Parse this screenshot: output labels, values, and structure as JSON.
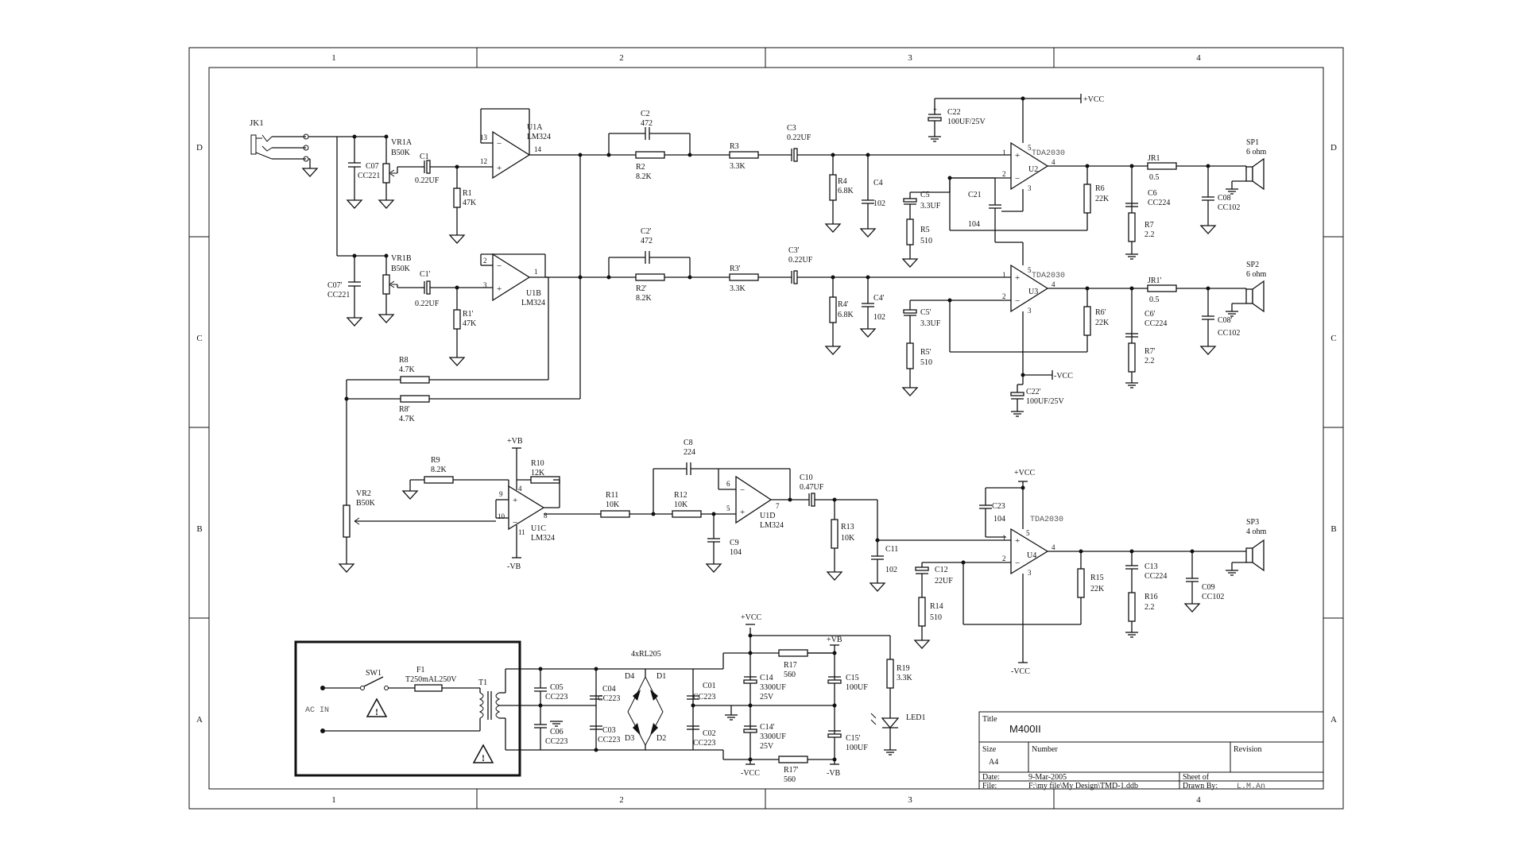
{
  "frame": {
    "columns": [
      "1",
      "2",
      "3",
      "4"
    ],
    "rows": [
      "D",
      "C",
      "B",
      "A"
    ]
  },
  "title_block": {
    "title_label": "Title",
    "title": "M400II",
    "size_label": "Size",
    "size": "A4",
    "number_label": "Number",
    "revision_label": "Revision",
    "date_label": "Date:",
    "date": "9-Mar-2005",
    "sheet_label": "Sheet    of",
    "file_label": "File:",
    "file": "F:\\my file\\My Design\\TMD-1.ddb",
    "drawn_label": "Drawn By:",
    "drawn_by": "L.M.An"
  },
  "components": {
    "JK1": "JK1",
    "VR1A": [
      "VR1A",
      "B50K"
    ],
    "VR1B": [
      "VR1B",
      "B50K"
    ],
    "C07": [
      "C07",
      "CC221"
    ],
    "C07p": [
      "C07'",
      "CC221"
    ],
    "C1": [
      "C1",
      "0.22UF"
    ],
    "C1p": [
      "C1'",
      "0.22UF"
    ],
    "R1": [
      "R1",
      "47K"
    ],
    "R1p": [
      "R1'",
      "47K"
    ],
    "U1A": [
      "U1A",
      "LM324"
    ],
    "U1B": [
      "U1B",
      "LM324"
    ],
    "C2": [
      "C2",
      "472"
    ],
    "C2p": [
      "C2'",
      "472"
    ],
    "R2": [
      "R2",
      "8.2K"
    ],
    "R2p": [
      "R2'",
      "8.2K"
    ],
    "R3": [
      "R3",
      "3.3K"
    ],
    "R3p": [
      "R3'",
      "3.3K"
    ],
    "C3": [
      "C3",
      "0.22UF"
    ],
    "C3p": [
      "C3'",
      "0.22UF"
    ],
    "R4": [
      "R4",
      "6.8K"
    ],
    "R4p": [
      "R4'",
      "6.8K"
    ],
    "C4": [
      "C4",
      "102"
    ],
    "C4p": [
      "C4'",
      "102"
    ],
    "C5": [
      "C5",
      "3.3UF"
    ],
    "C5p": [
      "C5'",
      "3.3UF"
    ],
    "R5": [
      "R5",
      "510"
    ],
    "R5p": [
      "R5'",
      "510"
    ],
    "C21": [
      "C21",
      "104"
    ],
    "C22": [
      "C22",
      "100UF/25V"
    ],
    "C22p": [
      "C22'",
      "100UF/25V"
    ],
    "U2": [
      "U2",
      "TDA2030"
    ],
    "U3": [
      "U3",
      "TDA2030"
    ],
    "R6": [
      "R6",
      "22K"
    ],
    "R6p": [
      "R6'",
      "22K"
    ],
    "JR1": [
      "JR1",
      "0.5"
    ],
    "JR1p": [
      "JR1'",
      "0.5"
    ],
    "C6": [
      "C6",
      "CC224"
    ],
    "C6p": [
      "C6'",
      "CC224"
    ],
    "R7": [
      "R7",
      "2.2"
    ],
    "R7p": [
      "R7'",
      "2.2"
    ],
    "C08": [
      "C08",
      "CC102"
    ],
    "C08p": [
      "C08'",
      "CC102"
    ],
    "SP1": [
      "SP1",
      "6 ohm"
    ],
    "SP2": [
      "SP2",
      "6 ohm"
    ],
    "R8": [
      "R8",
      "4.7K"
    ],
    "R8p": [
      "R8'",
      "4.7K"
    ],
    "VR2": [
      "VR2",
      "B50K"
    ],
    "R9": [
      "R9",
      "8.2K"
    ],
    "R10": [
      "R10",
      "12K"
    ],
    "U1C": [
      "U1C",
      "LM324"
    ],
    "R11": [
      "R11",
      "10K"
    ],
    "R12": [
      "R12",
      "10K"
    ],
    "C8": [
      "C8",
      "224"
    ],
    "C9": [
      "C9",
      "104"
    ],
    "U1D": [
      "U1D",
      "LM324"
    ],
    "C10": [
      "C10",
      "0.47UF"
    ],
    "R13": [
      "R13",
      "10K"
    ],
    "C11": [
      "C11",
      "102"
    ],
    "C12": [
      "C12",
      "22UF"
    ],
    "R14": [
      "R14",
      "510"
    ],
    "C23": [
      "C23",
      "104"
    ],
    "U4": [
      "U4",
      "TDA2030"
    ],
    "R15": [
      "R15",
      "22K"
    ],
    "C13": [
      "C13",
      "CC224"
    ],
    "R16": [
      "R16",
      "2.2"
    ],
    "C09": [
      "C09",
      "CC102"
    ],
    "SP3": [
      "SP3",
      "4 ohm"
    ],
    "SW1": "SW1",
    "F1": [
      "F1",
      "T250mAL250V"
    ],
    "T1": "T1",
    "AC_IN": "AC IN",
    "C05": [
      "C05",
      "CC223"
    ],
    "C06": [
      "C06",
      "CC223"
    ],
    "bridge": "4xRL205",
    "C04": [
      "C04",
      "CC223"
    ],
    "C03": [
      "C03",
      "CC223"
    ],
    "D1": "D1",
    "D2": "D2",
    "D3": "D3",
    "D4": "D4",
    "C01": [
      "C01",
      "CC223"
    ],
    "C02": [
      "C02",
      "CC223"
    ],
    "C14": [
      "C14",
      "3300UF",
      "25V"
    ],
    "C14p": [
      "C14'",
      "3300UF",
      "25V"
    ],
    "R17": [
      "R17",
      "560"
    ],
    "R17p": [
      "R17'",
      "560"
    ],
    "C15": [
      "C15",
      "100UF"
    ],
    "C15p": [
      "C15'",
      "100UF"
    ],
    "R19": [
      "R19",
      "3.3K"
    ],
    "LED1": "LED1"
  },
  "rails": {
    "pvcc": "+VCC",
    "nvcc": "-VCC",
    "pvb": "+VB",
    "nvb": "-VB"
  },
  "pins": {
    "p13": "13",
    "p12": "12",
    "p14": "14",
    "p2": "2",
    "p3": "3",
    "p1": "1",
    "p4": "4",
    "p5": "5",
    "p9": "9",
    "p10": "10",
    "p11": "11",
    "p8": "8",
    "p6": "6",
    "p7": "7"
  }
}
